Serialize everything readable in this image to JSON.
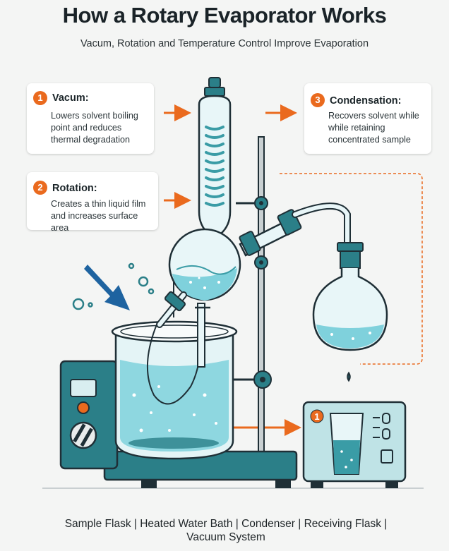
{
  "title": "How a Rotary Evaporator Works",
  "subtitle": "Vacum, Rotation and Temperature Control Improve Evaporation",
  "cards": {
    "vacuum": {
      "number": "1",
      "heading": "Vacum:",
      "text": "Lowers solvent boiling point and reduces thermal degradation"
    },
    "rotation": {
      "number": "2",
      "heading": "Rotation:",
      "text": "Creates a thin liquid film and increases surface area"
    },
    "condensation": {
      "number": "3",
      "heading": "Condensation:",
      "text": "Recovers solvent while while retaining concentrated sample"
    }
  },
  "pump_badge": "1",
  "caption": "Sample Flask | Heated Water Bath | Condenser | Receiving Flask | Vacuum System",
  "colors": {
    "orange": "#ea6a1e",
    "teal_dark": "#2b7f88",
    "teal": "#3a9ca6",
    "liquid": "#7fd1dc",
    "navy": "#1f2f36",
    "blue_arrow": "#1e63a0",
    "glass": "#e8f6f8"
  }
}
